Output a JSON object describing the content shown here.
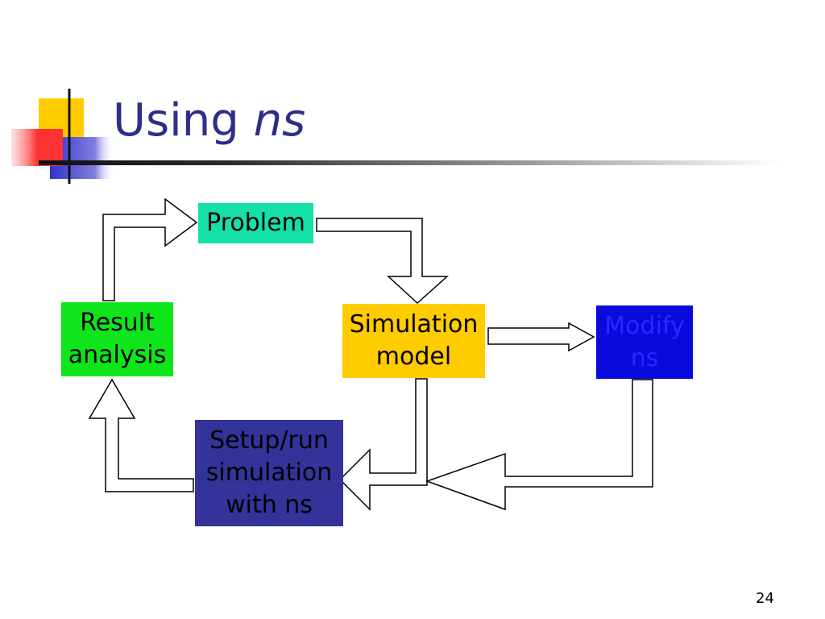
{
  "slide": {
    "title_prefix": "Using ",
    "title_emphasis": "ns",
    "page_number": "24"
  },
  "diagram": {
    "nodes": [
      {
        "id": "problem",
        "label": "Problem",
        "color": "#14E0A8"
      },
      {
        "id": "result",
        "label": "Result\nanalysis",
        "color": "#0EE61B"
      },
      {
        "id": "simulation",
        "label": "Simulation\nmodel",
        "color": "#FFCC00"
      },
      {
        "id": "modify",
        "label": "Modify\nns",
        "color": "#0A0ADC"
      },
      {
        "id": "setup",
        "label": "Setup/run\nsimulation\nwith ns",
        "color": "#333399"
      }
    ],
    "edges": [
      {
        "from": "result",
        "to": "problem"
      },
      {
        "from": "problem",
        "to": "simulation"
      },
      {
        "from": "simulation",
        "to": "modify"
      },
      {
        "from": "simulation",
        "to": "setup"
      },
      {
        "from": "modify",
        "to": "setup"
      },
      {
        "from": "setup",
        "to": "result"
      }
    ]
  },
  "colors": {
    "title": "#2E2E8A",
    "logo_yellow": "#FFCC00",
    "logo_red": "#FF3333",
    "logo_blue": "#3333CC"
  }
}
